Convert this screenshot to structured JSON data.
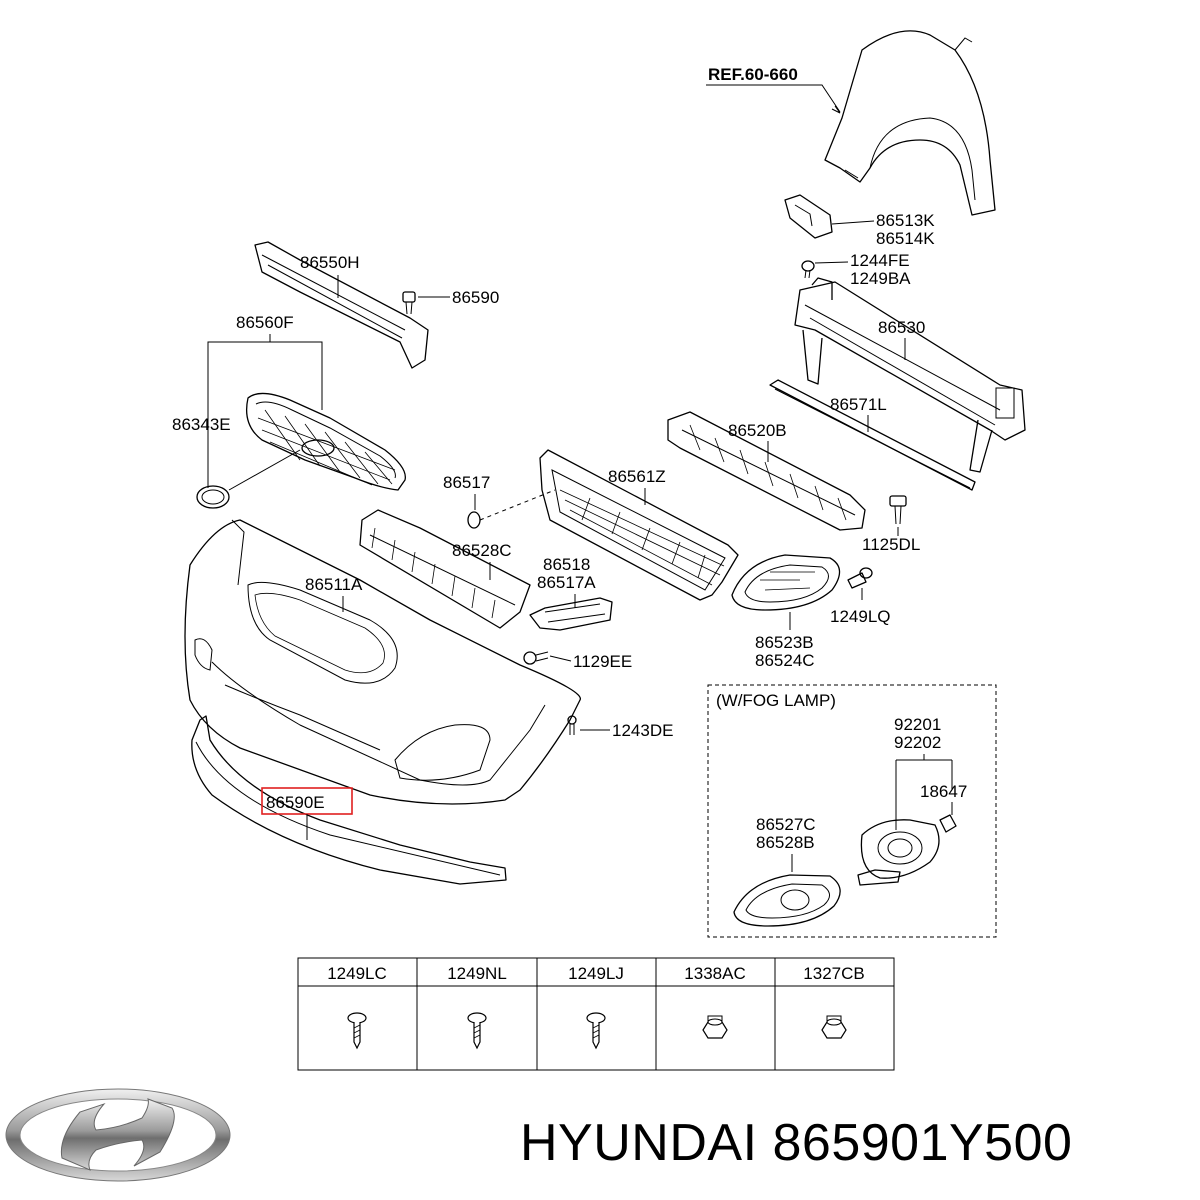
{
  "labels": {
    "ref": "REF.60-660",
    "p86513K": "86513K",
    "p86514K": "86514K",
    "p1244FE": "1244FE",
    "p1249BA": "1249BA",
    "p86550H": "86550H",
    "p86590": "86590",
    "p86560F": "86560F",
    "p86530": "86530",
    "p86571L": "86571L",
    "p86343E": "86343E",
    "p86520B": "86520B",
    "p86517": "86517",
    "p86561Z": "86561Z",
    "p1125DL": "1125DL",
    "p86528C": "86528C",
    "p86518": "86518",
    "p86517A": "86517A",
    "p86511A": "86511A",
    "p1249LQ": "1249LQ",
    "p86523B": "86523B",
    "p86524C": "86524C",
    "p1129EE": "1129EE",
    "p1243DE": "1243DE",
    "p86590E": "86590E"
  },
  "fog_box": {
    "title": "(W/FOG LAMP)",
    "p92201": "92201",
    "p92202": "92202",
    "p18647": "18647",
    "p86527C": "86527C",
    "p86528B": "86528B"
  },
  "fastener_table": {
    "headers": [
      "1249LC",
      "1249NL",
      "1249LJ",
      "1338AC",
      "1327CB"
    ],
    "icons": [
      "screw-icon",
      "screw-icon",
      "screw-icon",
      "nut-icon",
      "nut-icon"
    ]
  },
  "highlight_color": "#e02020",
  "brand_text": "HYUNDAI 865901Y500",
  "logo": "hyundai-logo"
}
